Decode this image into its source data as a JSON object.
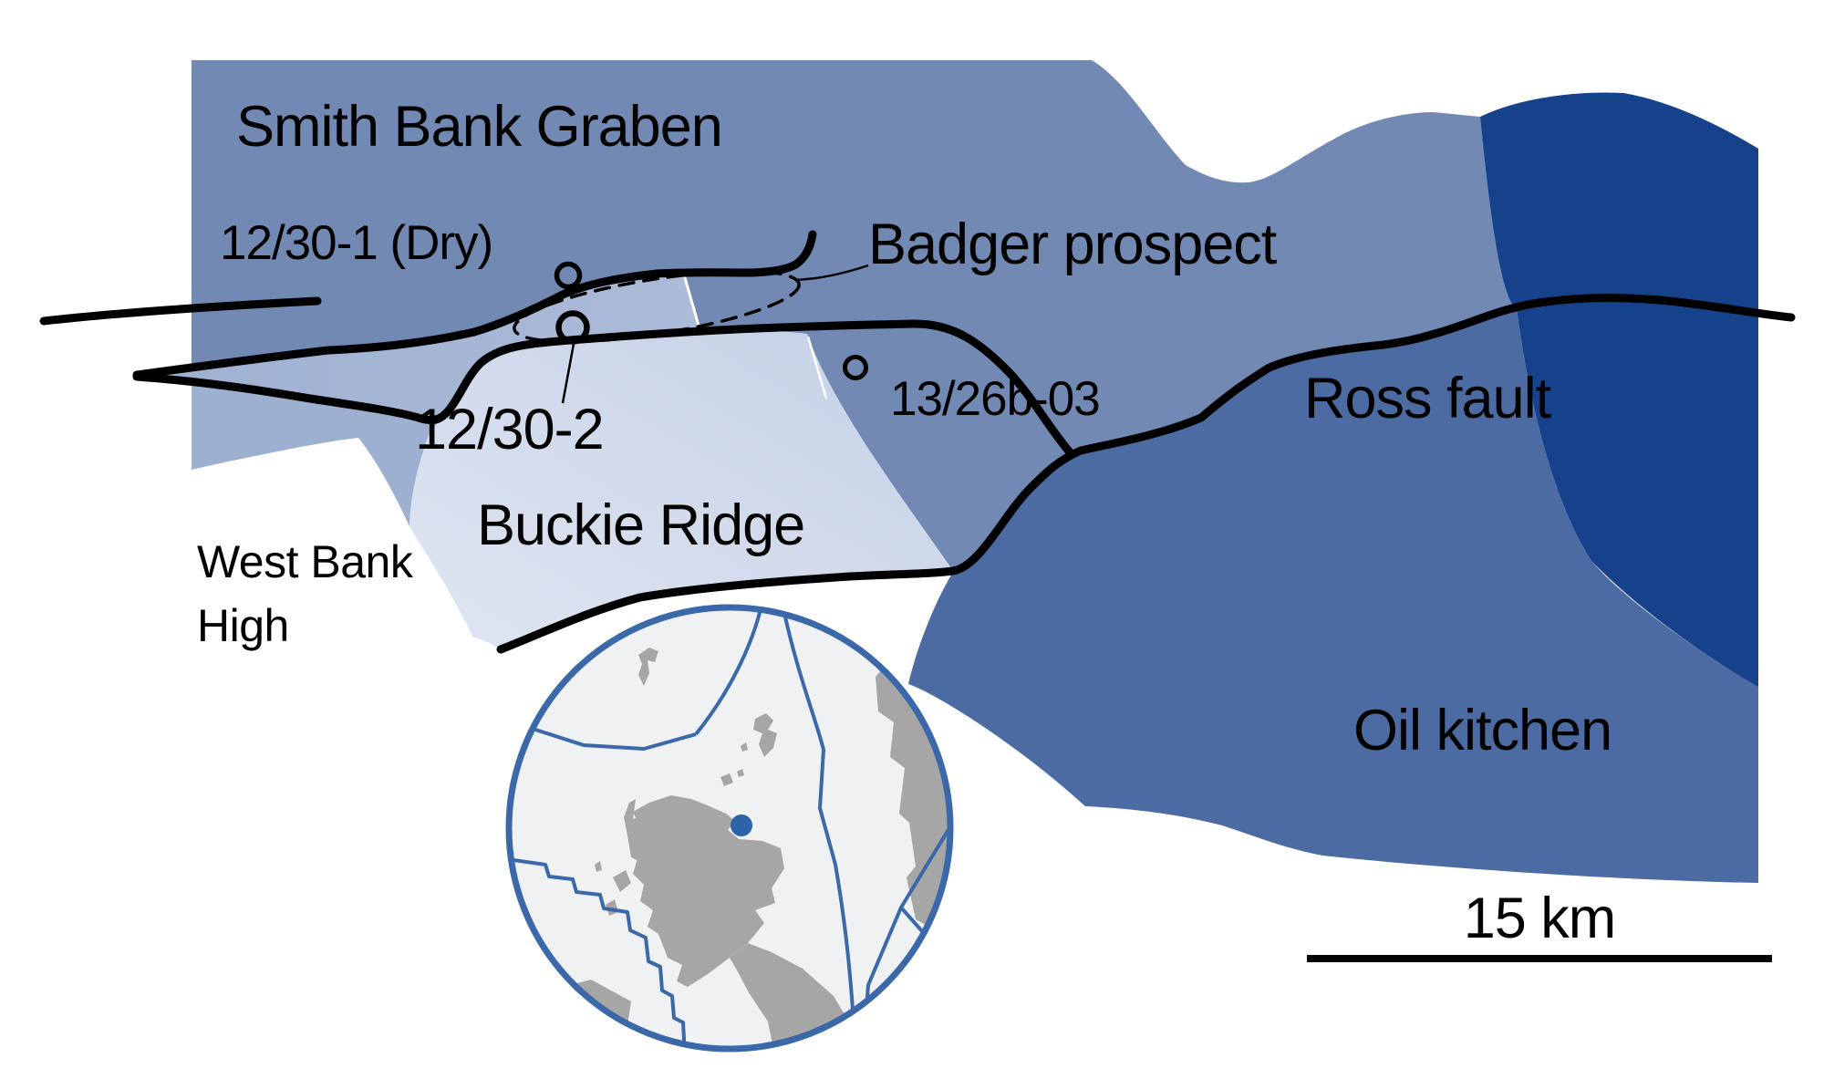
{
  "figure": {
    "type": "geological-prospect-map",
    "description": "Structural elements map of the Smith Bank Graben area with Badger prospect outline, wells, faults, oil kitchen and an inset location map of northern Scotland"
  },
  "labels": {
    "smith_bank_graben": "Smith Bank Graben",
    "well_12_30_1": "12/30-1 (Dry)",
    "badger_prospect": "Badger prospect",
    "well_12_30_2": "12/30-2",
    "buckie_ridge": "Buckie Ridge",
    "well_13_26b_03": "13/26b-03",
    "ross_fault": "Ross fault",
    "west_bank_line1": "West Bank",
    "west_bank_line2": "High",
    "oil_kitchen": "Oil kitchen",
    "scale_text": "15 km"
  },
  "wells": [
    {
      "name": "12/30-1",
      "status": "Dry",
      "symbol": "open-circle"
    },
    {
      "name": "12/30-2",
      "status": "",
      "symbol": "open-circle"
    },
    {
      "name": "13/26b-03",
      "status": "",
      "symbol": "open-circle"
    }
  ],
  "regions": [
    {
      "name": "Smith Bank Graben",
      "color": "#7189b3"
    },
    {
      "name": "fault sliver band",
      "color": "#a6b7d5"
    },
    {
      "name": "West Bank High wedge",
      "color": "#9db0d0"
    },
    {
      "name": "Buckie Ridge",
      "color": "#d2dcec"
    },
    {
      "name": "Oil kitchen hanging wall",
      "color": "#4d6ba3"
    },
    {
      "name": "Oil kitchen deep",
      "color": "#16428c"
    }
  ],
  "prospect_outline": {
    "name": "Badger prospect",
    "style": "dashed-ellipse"
  },
  "faults": [
    "short fault segment",
    "upper splay fault",
    "lower splay fault",
    "Ross fault"
  ],
  "scale_bar": {
    "length_label": "15 km"
  },
  "inset": {
    "type": "location-map",
    "area": "Northern Scotland, Moray Firth and surrounding seas",
    "marker": "study-area-dot",
    "colors": {
      "sea": "#f0f1f3",
      "land": "#a6a6a6",
      "boundaries": "#3b68a8",
      "marker": "#2e63ac"
    }
  },
  "palette": {
    "background": "#ffffff",
    "medium_blue": "#7189b3",
    "light_band": "#a6b7d5",
    "left_wedge": "#9db0d0",
    "pale_ridge": "#d2dcec",
    "mid_dark_blue": "#4d6ba3",
    "navy": "#16428c",
    "fault_line": "#000000"
  }
}
